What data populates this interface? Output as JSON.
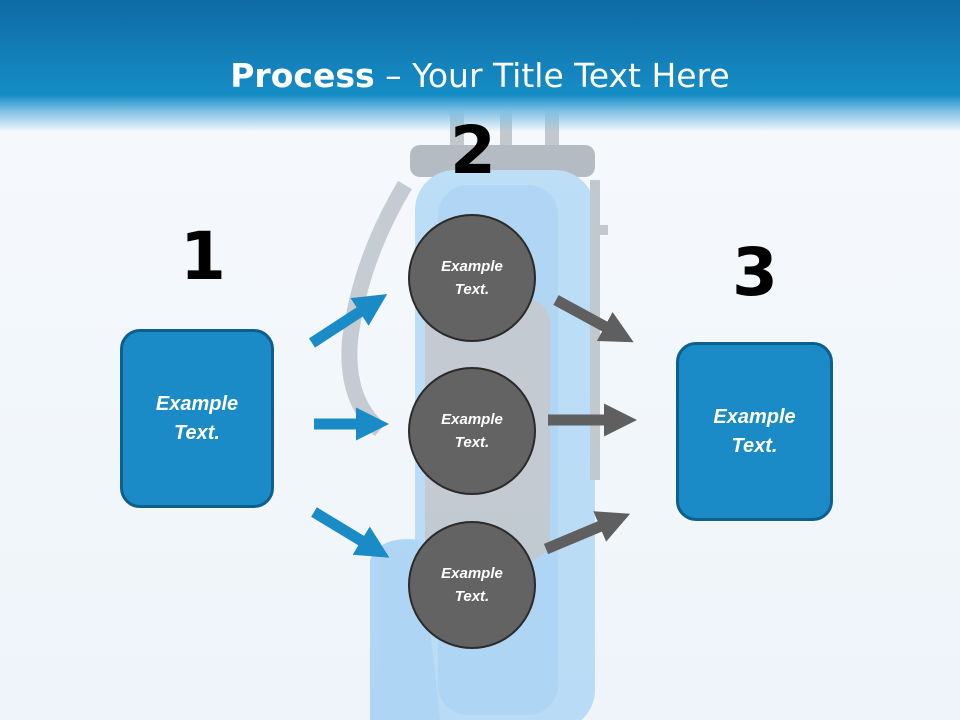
{
  "title": {
    "bold": "Process",
    "rest": " – Your Title Text Here"
  },
  "steps": {
    "one": {
      "number": "1",
      "text_line1": "Example",
      "text_line2": "Text."
    },
    "two": {
      "number": "2"
    },
    "three": {
      "number": "3",
      "text_line1": "Example",
      "text_line2": "Text."
    }
  },
  "circles": [
    {
      "line1": "Example",
      "line2": "Text."
    },
    {
      "line1": "Example",
      "line2": "Text."
    },
    {
      "line1": "Example",
      "line2": "Text."
    }
  ],
  "colors": {
    "accent": "#1a8bc7",
    "header": "#168dc6",
    "circle": "#636363",
    "arrow_gray": "#5f5f5f"
  }
}
